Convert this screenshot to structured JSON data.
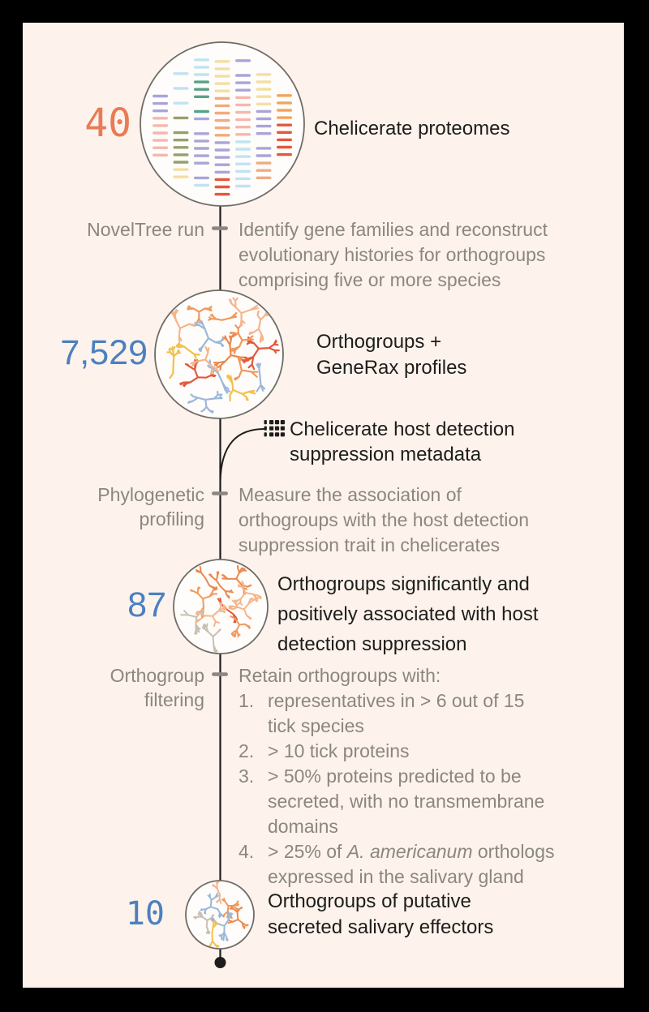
{
  "figure": {
    "nodes": {
      "proteomes": {
        "count": "40",
        "label_lines": [
          "Chelicerate proteomes"
        ]
      },
      "orthogroups": {
        "count": "7,529",
        "label_lines": [
          "Orthogroups +",
          "GeneRax profiles"
        ]
      },
      "associated": {
        "count": "87",
        "label_lines": [
          "Orthogroups significantly and",
          "positively associated with host",
          "detection suppression"
        ]
      },
      "effectors": {
        "count": "10",
        "label_lines": [
          "Orthogroups of putative",
          "secreted salivary effectors"
        ]
      }
    },
    "metadata_input": {
      "icon": "data-grid-icon",
      "label_lines": [
        "Chelicerate host detection",
        "suppression metadata"
      ]
    },
    "steps": {
      "noveltree": {
        "label_lines": [
          "NovelTree run"
        ],
        "description_lines": [
          "Identify gene families and reconstruct",
          "evolutionary histories for orthogroups",
          "comprising five or more species"
        ]
      },
      "profiling": {
        "label_lines": [
          "Phylogenetic",
          "profiling"
        ],
        "description_lines": [
          "Measure the association of",
          "orthogroups with the host detection",
          "suppression trait in chelicerates"
        ]
      },
      "filtering": {
        "label_lines": [
          "Orthogroup",
          "filtering"
        ],
        "intro": "Retain orthogroups with:",
        "criteria": [
          {
            "num": "1.",
            "lines": [
              "representatives in > 6 out of 15",
              "tick species"
            ]
          },
          {
            "num": "2.",
            "lines": [
              "> 10 tick proteins"
            ]
          },
          {
            "num": "3.",
            "lines": [
              "> 50% proteins predicted to be",
              "secreted, with no transmembrane",
              "domains"
            ]
          },
          {
            "num": "4.",
            "pre": "> 25% of ",
            "italic": "A. americanum",
            "post": " orthologs",
            "last_line": "expressed in the salivary gland"
          }
        ]
      }
    },
    "colors": {
      "background": "#fdf3ec",
      "frame": "#000000",
      "ink": "#1d1d1b",
      "muted": "#8b8680",
      "count_orange": "#e97b57",
      "count_blue": "#4c80c0",
      "circle_stroke": "#6f6b66",
      "circle_fill": "#fffdfb"
    },
    "illustrations": {
      "alignment_palette": [
        "#f3dfa2",
        "#b7ddc9",
        "#f5b7ae",
        "#f2a55c",
        "#cdc3ac",
        "#e2593c",
        "#57a288",
        "#bfe3f2",
        "#a9a5d8",
        "#94a26b",
        "#f2c14e",
        "#f0ab80"
      ],
      "tree_palette": [
        "#f09a5e",
        "#f4b68c",
        "#e2593d",
        "#f2c14e",
        "#9cb8d8",
        "#c9c0b2",
        "#f09a5e",
        "#f4b68c",
        "#e98a4f"
      ]
    }
  }
}
